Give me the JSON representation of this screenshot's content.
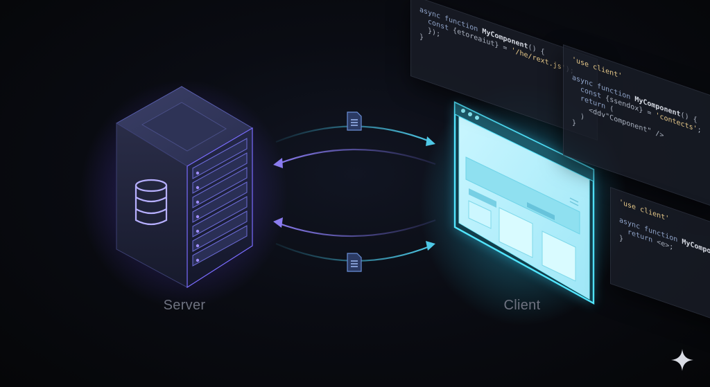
{
  "labels": {
    "server": "Server",
    "client": "Client"
  },
  "code_panels": [
    {
      "lines": [
        [
          "kw:async function ",
          "fn:MyComponent",
          "muted:() {"
        ],
        [
          "kw:  const ",
          "muted:{etoreaiut} = ",
          "str:'/he/rext.js'",
          "muted:);"
        ],
        [
          "muted:  });"
        ],
        [
          "muted:}"
        ]
      ]
    },
    {
      "lines": [
        [
          "str:'use client'"
        ],
        [
          "muted:"
        ],
        [
          "kw:async function ",
          "fn:MyComponent",
          "muted:() {"
        ],
        [
          "kw:  const ",
          "muted:{ssendox} = ",
          "str:'contects'",
          "muted:;"
        ],
        [
          "kw:  return ",
          "muted:("
        ],
        [
          "muted:    <ddv\"Component\" />"
        ],
        [
          "muted:  )"
        ],
        [
          "muted:}"
        ]
      ]
    },
    {
      "lines": [
        [
          "str:'use client'"
        ],
        [
          "muted:"
        ],
        [
          "kw:async function ",
          "fn:MyComponent",
          "muted:() {"
        ],
        [
          "kw:  return ",
          "muted:<e>;"
        ],
        [
          "muted:}"
        ]
      ]
    }
  ],
  "colors": {
    "server_accent": "#7b5cff",
    "client_accent": "#38e0ff",
    "arrow_left": "#6f6bd8",
    "arrow_right": "#3fb6d8"
  },
  "icons": {
    "server": "database-icon",
    "payload": "document-icon",
    "brand": "sparkle-icon"
  }
}
